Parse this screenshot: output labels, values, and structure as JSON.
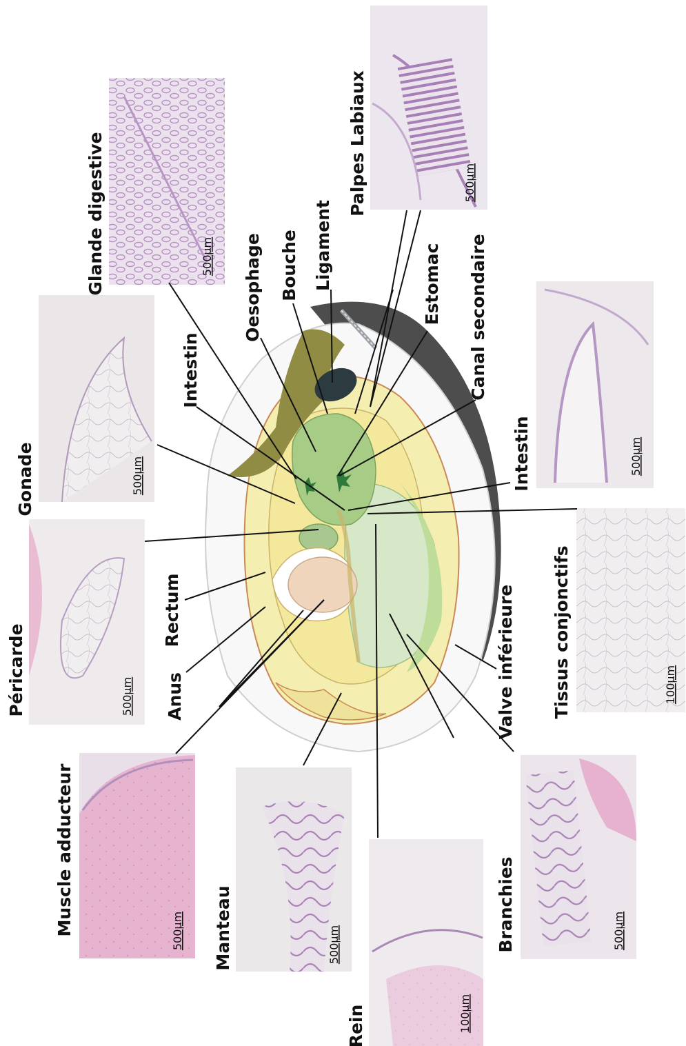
{
  "colors": {
    "text": "#111111",
    "tissue_purple": "#d8c8de",
    "tissue_pink": "#e8b3cf",
    "tissue_gray": "#e6e3e4",
    "mantle": "#f4eeb0",
    "body": "#f3e89c",
    "green_organ": "#a6cc86",
    "pale_green": "#d6e8c8",
    "gill_green": "#bedc9a",
    "olive_ligament": "#908c44",
    "dark_hinge": "#2c3b40",
    "muscle": "#f0d5bd",
    "shell_outline": "#c98a55"
  },
  "labels": {
    "glande_digestive": "Glande digestive",
    "palpes_labiaux": "Palpes Labiaux",
    "ligament": "Ligament",
    "bouche": "Bouche",
    "oesophage": "Oesophage",
    "estomac": "Estomac",
    "canal_secondaire": "Canal secondaire",
    "intestin_top": "Intestin",
    "intestin_right": "Intestin",
    "gonade": "Gonade",
    "pericarde": "Péricarde",
    "rectum": "Rectum",
    "anus": "Anus",
    "tissus_conjonctifs": "Tissus conjonctifs",
    "valve_inferieure": "Valve inférieure",
    "muscle_adducteur": "Muscle adducteur",
    "manteau": "Manteau",
    "rein": "Rein",
    "branchies": "Branchies"
  },
  "scales": {
    "glande_digestive": "500µm",
    "palpes_labiaux": "500µm",
    "gonade": "500µm",
    "intestin": "500µm",
    "pericarde": "500µm",
    "tissus_conjonctifs": "100µm",
    "muscle_adducteur": "500µm",
    "manteau": "500µm",
    "rein": "100µm",
    "branchies": "500µm"
  },
  "icons": [
    "oyster-anatomy-illustration",
    "histology-micrograph"
  ]
}
